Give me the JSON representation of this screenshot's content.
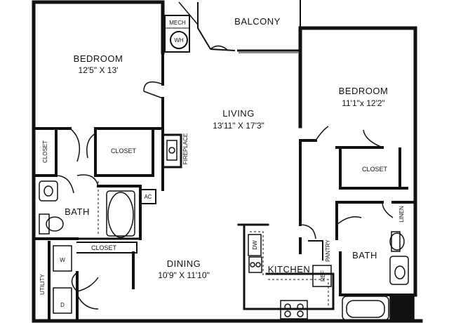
{
  "plan": {
    "colors": {
      "wall": "#111111",
      "fill": "#ffffff",
      "accent": "#000000"
    },
    "rooms": {
      "bedroom1": {
        "name": "BEDROOM",
        "dims": "12'5\" X 13'"
      },
      "bedroom2": {
        "name": "BEDROOM",
        "dims": "11'1\"x 12'2\""
      },
      "living": {
        "name": "LIVING",
        "dims": "13'11\" X 17'3\""
      },
      "dining": {
        "name": "DINING",
        "dims": "10'9\" X 11'10\""
      },
      "balcony": {
        "name": "BALCONY"
      },
      "kitchen": {
        "name": "KITCHEN"
      },
      "bath1": {
        "name": "BATH"
      },
      "bath2": {
        "name": "BATH"
      }
    },
    "labels": {
      "mech": "MECH",
      "wh": "WH",
      "closet_left": "CLOSET",
      "closet_center": "CLOSET",
      "closet_right": "CLOSET",
      "closet_lower": "CLOSET",
      "fireplace": "FIREPLACE",
      "ac": "AC",
      "linen": "LINEN",
      "pantry": "PANTRY",
      "dw": "DW",
      "ref": "REF",
      "utility": "UTILITY",
      "washer": "W",
      "dryer": "D"
    }
  }
}
